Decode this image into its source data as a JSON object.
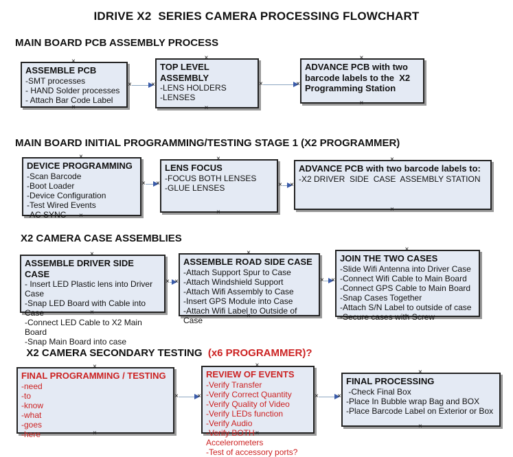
{
  "title": "IDRIVE X2  SERIES CAMERA PROCESSING FLOWCHART",
  "colors": {
    "box_fill": "#e4eaf4",
    "box_border": "#222222",
    "accent_red": "#cc2222",
    "connector_line": "#8ca6c0",
    "connector_arrow": "#3a5ba9"
  },
  "sections": [
    {
      "header": "MAIN BOARD PCB ASSEMBLY PROCESS",
      "boxes": [
        {
          "title": "ASSEMBLE PCB",
          "items": [
            "-SMT processes",
            "- HAND Solder processes",
            "- Attach Bar Code Label"
          ]
        },
        {
          "title": "TOP LEVEL ASSEMBLY",
          "items": [
            "-LENS HOLDERS",
            "-LENSES"
          ]
        },
        {
          "title": "ADVANCE PCB with two barcode labels to the  X2 Programming Station",
          "items": []
        }
      ]
    },
    {
      "header": "MAIN BOARD INITIAL PROGRAMMING/TESTING STAGE 1 (X2 PROGRAMMER)",
      "boxes": [
        {
          "title": "DEVICE PROGRAMMING",
          "items": [
            "-Scan Barcode",
            "-Boot Loader",
            "-Device Configuration",
            "-Test Wired Events",
            "-AC SYNC"
          ]
        },
        {
          "title": "LENS FOCUS",
          "items": [
            "-FOCUS BOTH LENSES",
            "-GLUE LENSES"
          ]
        },
        {
          "title": "ADVANCE PCB with two barcode labels to:",
          "items": [
            "-X2 DRIVER  SIDE  CASE  ASSEMBLY STATION"
          ]
        }
      ]
    },
    {
      "header": "X2 CAMERA CASE ASSEMBLIES",
      "boxes": [
        {
          "title": "ASSEMBLE DRIVER SIDE CASE",
          "items": [
            "- Insert LED Plastic lens into Driver Case",
            "-Snap LED Board with Cable into Case",
            "-Connect LED Cable to X2 Main Board",
            "-Snap Main Board into case"
          ]
        },
        {
          "title": "ASSEMBLE ROAD SIDE CASE",
          "items": [
            "-Attach Support Spur to Case",
            "-Attach Windshield Support",
            "-Attach Wifi Assembly to Case",
            "-Insert GPS Module into Case",
            "-Attach Wifi Label to Outside of Case"
          ]
        },
        {
          "title": "JOIN THE TWO CASES",
          "items": [
            "-Slide Wifi Antenna into Driver Case",
            "-Connect Wifi Cable to Main Board",
            "-Connect GPS Cable to Main Board",
            "-Snap Cases Together",
            "-Attach S/N Label to outside of case",
            "-Secure cases with Screw"
          ]
        }
      ]
    },
    {
      "header_black": "X2 CAMERA SECONDARY TESTING  ",
      "header_red": "(x6 PROGRAMMER)?",
      "boxes": [
        {
          "title": "FINAL PROGRAMMING / TESTING",
          "items": [
            "-need",
            "-to",
            "-know",
            "-what",
            "-goes",
            "-here"
          ]
        },
        {
          "title": "REVIEW OF EVENTS",
          "items": [
            "-Verify Transfer",
            "-Verify Correct Quantity",
            "-Verify Quality of Video",
            "-Verify LEDs function",
            "-Verify Audio",
            "-Verify BOTH Accelerometers",
            "-Test of accessory ports?"
          ]
        },
        {
          "title": "FINAL PROCESSING",
          "items": [
            " -Check Final Box",
            "-Place In Bubble wrap Bag and BOX",
            "-Place Barcode Label on Exterior or Box"
          ]
        }
      ]
    }
  ]
}
